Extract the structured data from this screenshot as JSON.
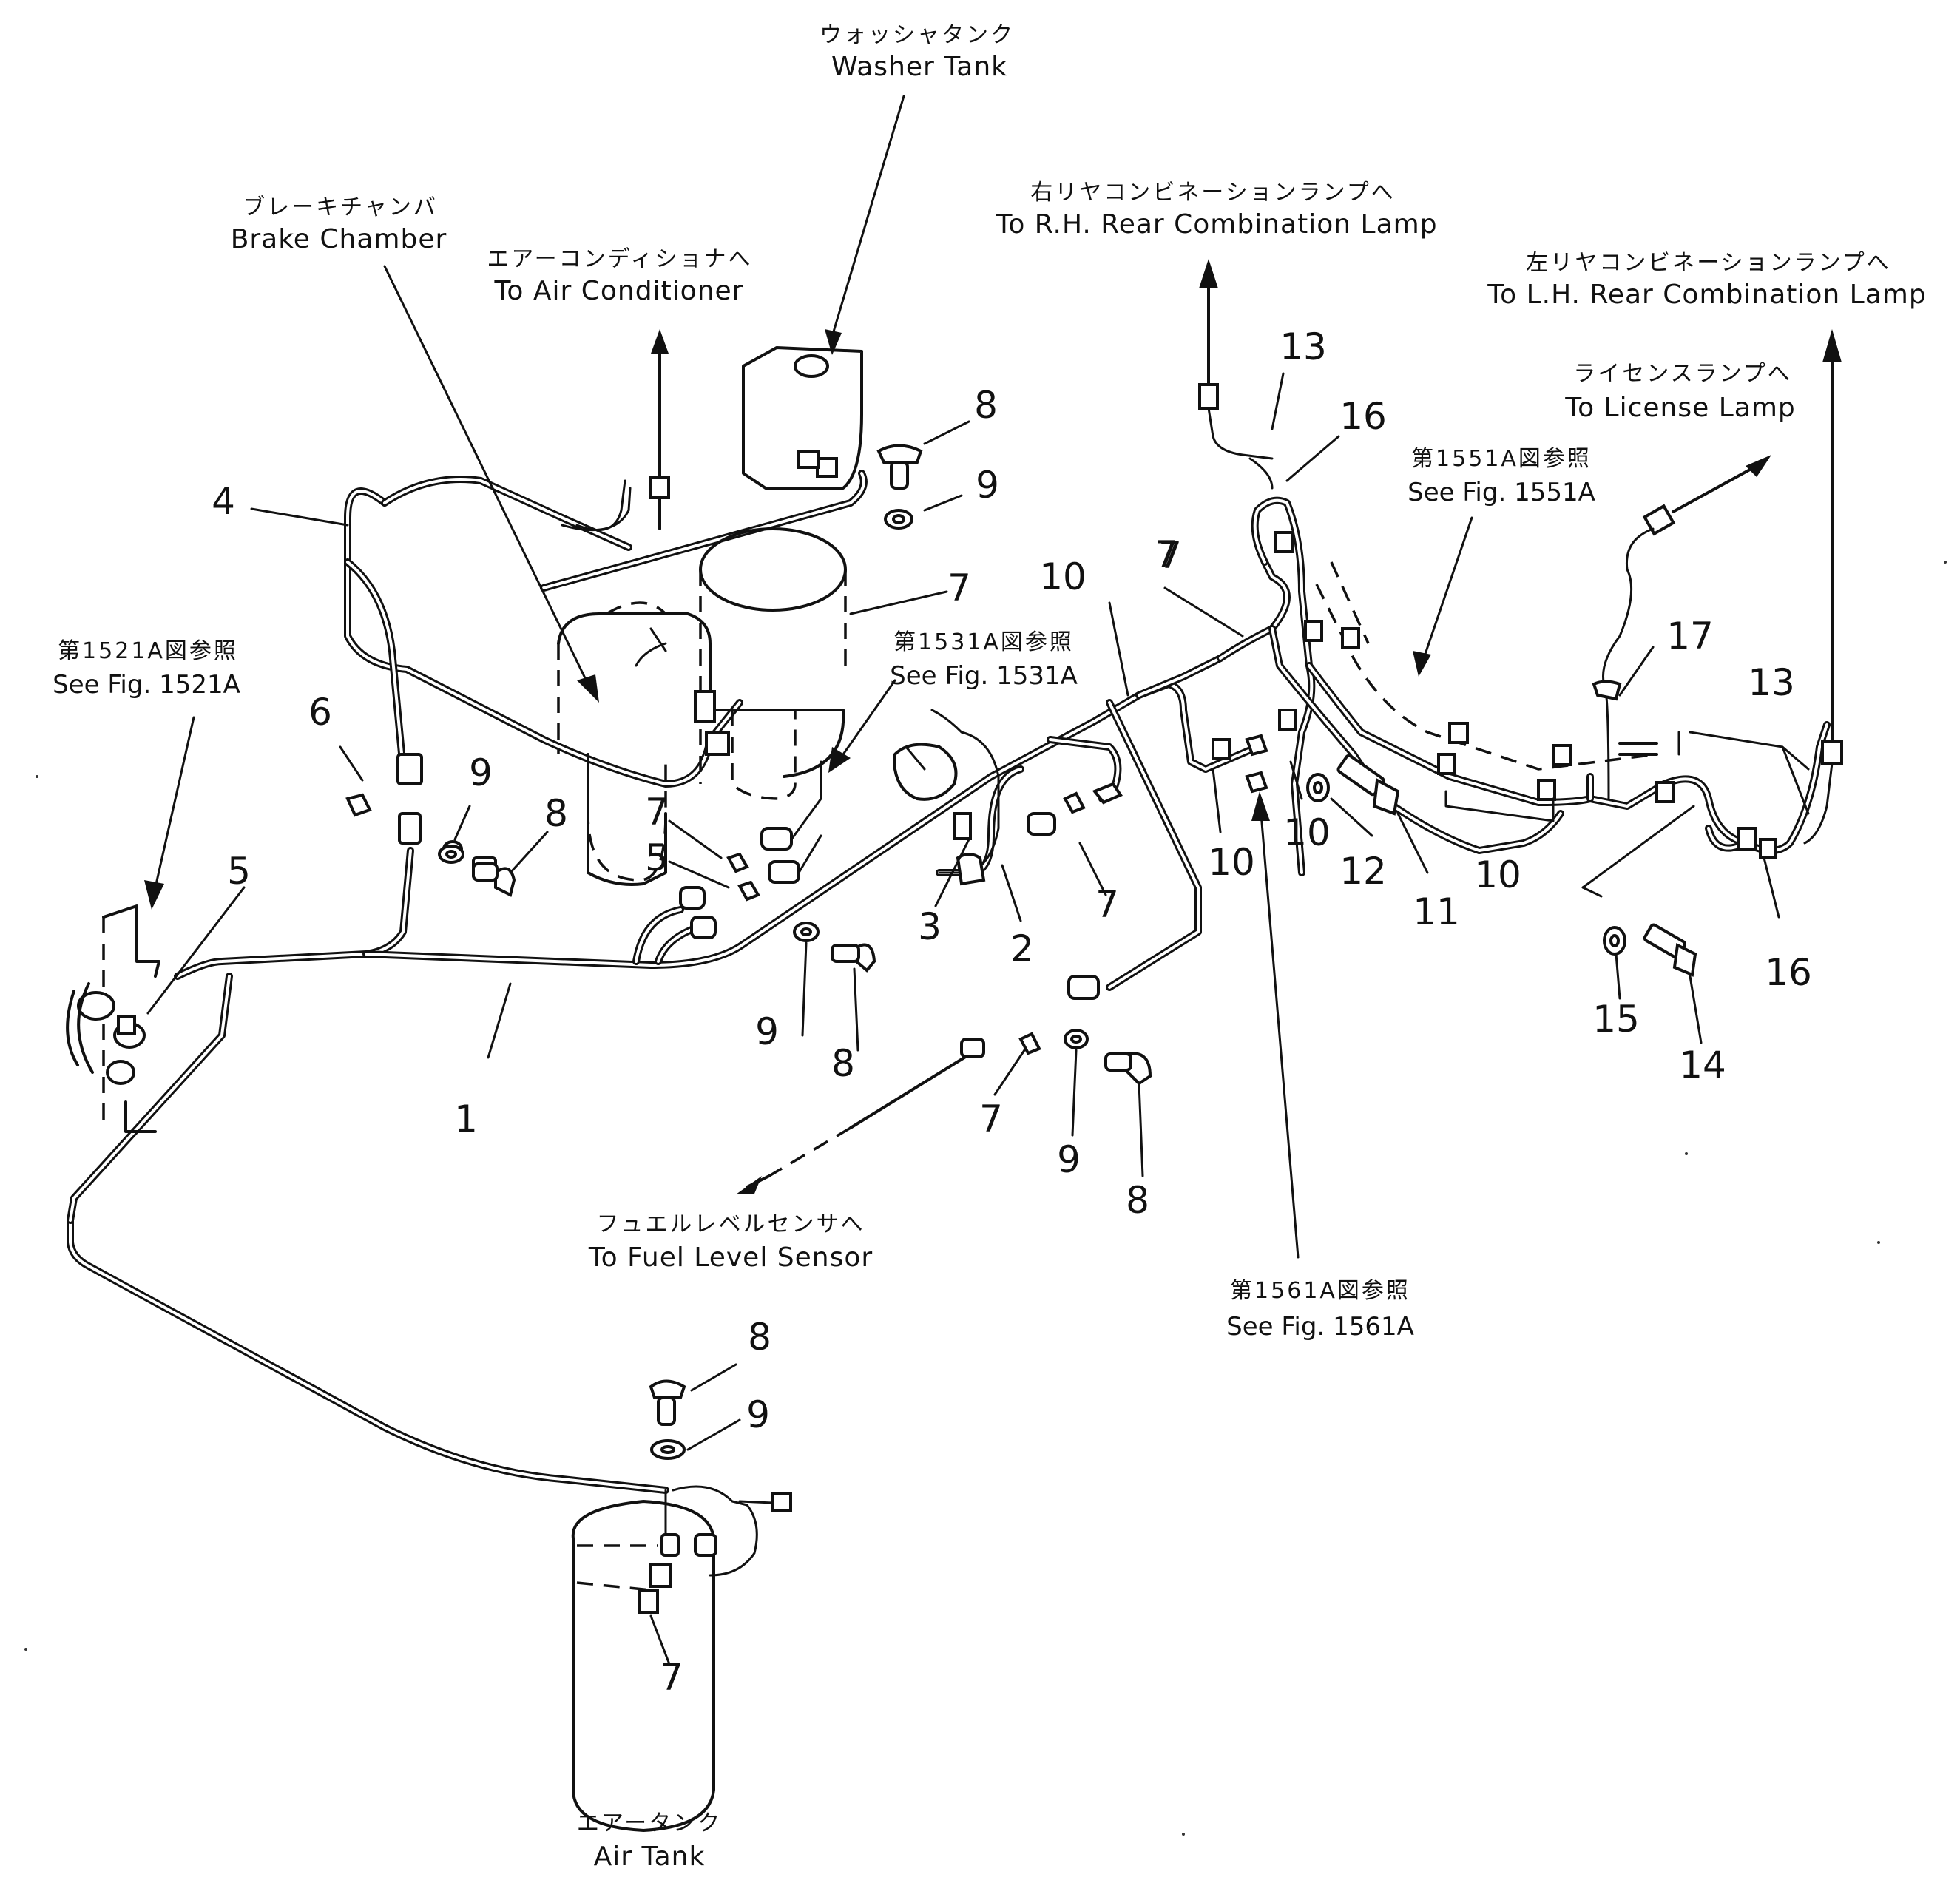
{
  "callouts": {
    "washer_tank": {
      "jp": "ウォッシャタンク",
      "en": "Washer Tank"
    },
    "brake_chamber": {
      "jp": "ブレーキチャンバ",
      "en": "Brake Chamber"
    },
    "air_conditioner": {
      "jp": "エアーコンディショナへ",
      "en": "To Air Conditioner"
    },
    "rh_rear_lamp": {
      "jp": "右リヤコンビネーションランプへ",
      "en": "To R.H. Rear Combination Lamp"
    },
    "lh_rear_lamp": {
      "jp": "左リヤコンビネーションランプへ",
      "en": "To L.H. Rear Combination Lamp"
    },
    "license_lamp": {
      "jp": "ライセンスランプへ",
      "en": "To License Lamp"
    },
    "fuel_level_sensor": {
      "jp": "フュエルレベルセンサへ",
      "en": "To Fuel Level Sensor"
    },
    "air_tank": {
      "jp": "エアータンク",
      "en": "Air Tank"
    }
  },
  "figure_refs": {
    "fig_1521a": {
      "jp": "第1521A図参照",
      "en": "See Fig. 1521A"
    },
    "fig_1531a": {
      "jp": "第1531A図参照",
      "en": "See Fig. 1531A"
    },
    "fig_1551a": {
      "jp": "第1551A図参照",
      "en": "See Fig. 1551A"
    },
    "fig_1561a": {
      "jp": "第1561A図参照",
      "en": "See Fig. 1561A"
    }
  },
  "part_numbers": [
    "8",
    "9",
    "4",
    "7",
    "7",
    "10",
    "7",
    "13",
    "16",
    "6",
    "9",
    "8",
    "7",
    "5",
    "5",
    "3",
    "2",
    "7",
    "10",
    "10",
    "12",
    "11",
    "10",
    "1",
    "9",
    "8",
    "7",
    "9",
    "8",
    "17",
    "13",
    "16",
    "15",
    "14",
    "8",
    "9",
    "7"
  ]
}
